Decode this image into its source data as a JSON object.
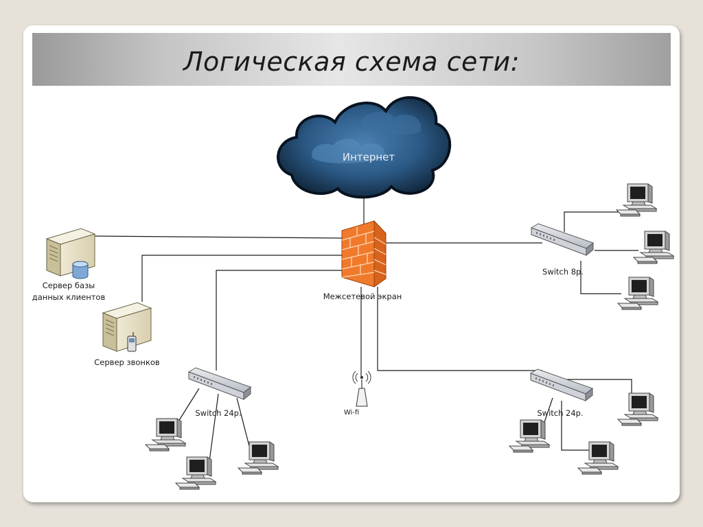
{
  "slide": {
    "title": "Логическая схема сети:"
  },
  "diagram": {
    "internet_label": "Интернет",
    "firewall_label": "Межсетевой экран",
    "db_server_label_line1": "Сервер базы",
    "db_server_label_line2": "данных клиентов",
    "call_server_label": "Сервер звонков",
    "switch_8_label": "Switch 8p.",
    "switch_24_left_label": "Switch 24p.",
    "switch_24_right_label": "Switch 24p.",
    "wifi_label": "Wi-fi"
  },
  "colors": {
    "firewall_orange": "#f07a2c",
    "cloud_blue": "#2f5f8f",
    "cloud_dark": "#0f2438"
  }
}
